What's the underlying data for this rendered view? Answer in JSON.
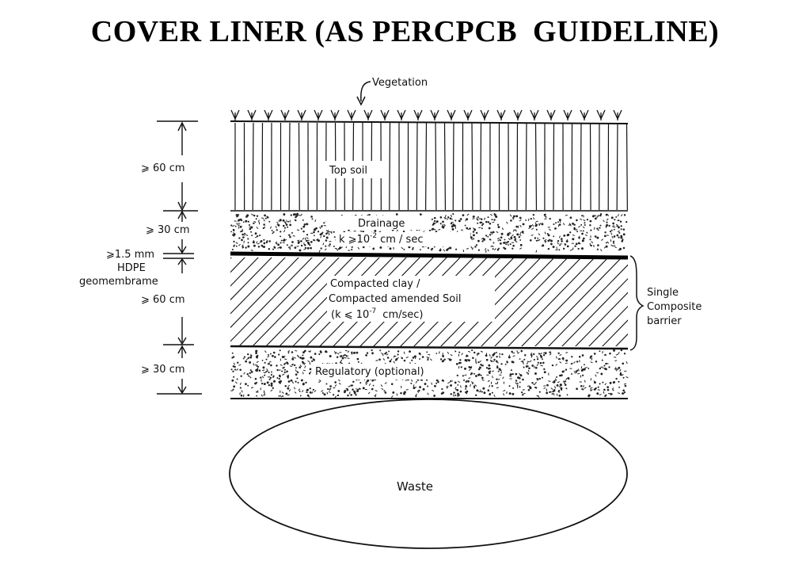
{
  "title": "COVER LINER (AS PERCPCB  GUIDELINE)",
  "diagram": {
    "vegetation_label": "Vegetation",
    "layers": {
      "top_soil": "Top soil",
      "drainage": "Drainage",
      "drainage_k_prefix": "k ⩾10",
      "drainage_k_exp": "-2",
      "drainage_k_unit": "cm / sec",
      "clay_line1": "Compacted clay /",
      "clay_line2": "Compacted amended Soil",
      "clay_k_prefix": "(k ⩽ 10",
      "clay_k_exp": "-7",
      "clay_k_unit": "cm/sec)",
      "regulatory": "Regulatory  (optional)"
    },
    "dimensions": {
      "top_soil": "⩾ 60 cm",
      "drainage": "⩾ 30 cm",
      "hdpe_1": "⩾1.5 mm",
      "hdpe_2": "HDPE",
      "hdpe_3": "geomembrame",
      "clay": "⩾ 60 cm",
      "regulatory": "⩾ 30 cm"
    },
    "barrier_label_1": "Single",
    "barrier_label_2": "Composite",
    "barrier_label_3": "barrier",
    "waste_label": "Waste"
  }
}
